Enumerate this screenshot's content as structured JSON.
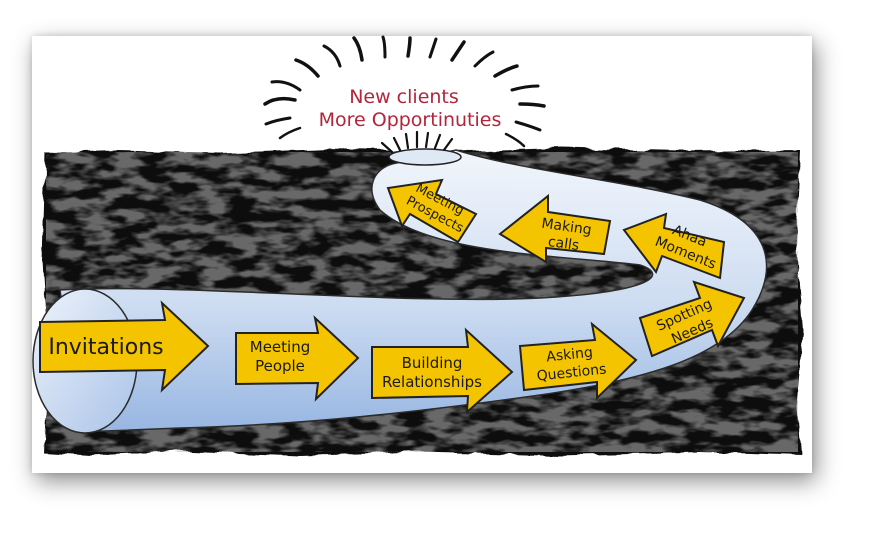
{
  "headline": {
    "line1": "New clients",
    "line2": "More Opportinuties"
  },
  "steps": {
    "invitations": "Invitations",
    "meeting_people": [
      "Meeting",
      "People"
    ],
    "building_relationships": [
      "Building",
      "Relationships"
    ],
    "asking_questions": [
      "Asking",
      "Questions"
    ],
    "spotting_needs": [
      "Spotting",
      "Needs"
    ],
    "ahaa_moments": [
      "Ahaa",
      "Moments"
    ],
    "making_calls": [
      "Making",
      "calls"
    ],
    "meeting_prospects": [
      "Meeting",
      "Prospects"
    ]
  },
  "colors": {
    "arrow_fill": "#f5c400",
    "headline": "#b3253a",
    "water": "#111111",
    "tube_light": "#eaf1fb",
    "tube_dark": "#9fbde6"
  }
}
